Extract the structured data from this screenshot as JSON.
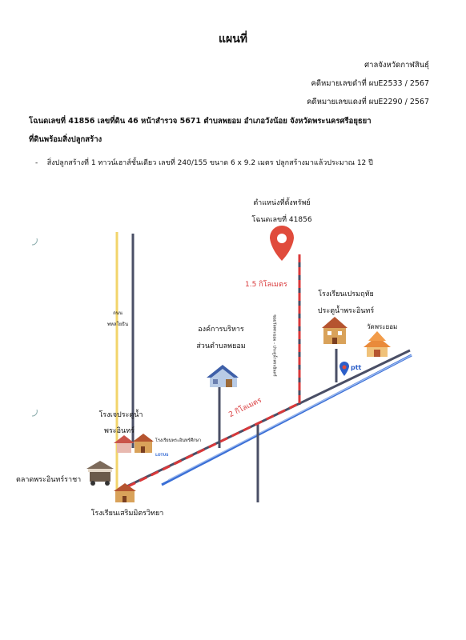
{
  "header": {
    "title": "แผนที่",
    "court": "ศาลจังหวัดกาฬสินธุ์",
    "black_case": "คดีหมายเลขดำที่ ผบE2533 / 2567",
    "red_case": "คดีหมายเลขแดงที่ ผบE2290 / 2567"
  },
  "property": {
    "deed_line": "โฉนดเลขที่ 41856 เลขที่ดิน 46 หน้าสำรวจ 5671 ตำบลพยอม อำเภอวังน้อย จังหวัดพระนครศรีอยุธยา",
    "subheading": "ที่ดินพร้อมสิ่งปลูกสร้าง",
    "bullet_mark": "-",
    "bullet_text": "สิ่งปลูกสร้างที่ 1 ทาวน์เฮาส์ชั้นเดียว เลขที่ 240/155 ขนาด 6 x 9.2 เมตร ปลูกสร้างมาแล้วประมาณ 12 ปี"
  },
  "map": {
    "location_label_1": "ตำแหน่งที่ตั้งทรัพย์",
    "location_label_2": "โฉนดเลขที่ 41856",
    "dist_vertical": "1.5 กิโลเมตร",
    "dist_diagonal": "2 กิโลเมตร",
    "road_yellow_1": "ถนน",
    "road_yellow_2": "พหลโยธิน",
    "road_vertical": "ซอยวัดพระยอม - ประตูน้ำพระอินทร์",
    "school_prem_1": "โรงเรียนเปรมฤทัย",
    "school_prem_2": "ประตูน้ำพระอินทร์",
    "wat": "วัดพระยอม",
    "tao_1": "องค์การบริหาร",
    "tao_2": "ส่วนตำบลพยอม",
    "ptt": "ptt",
    "hospital_1": "โรงเจประตูน้ำ",
    "hospital_2": "พระอินทร์",
    "school_wit": "โรงเรียนพระอินทร์ศึกษา",
    "lotus": "LOTUS",
    "market": "ตลาดพระอินทร์ราชา",
    "school_serm": "โรงเรียนเสริมมิตรวิทยา",
    "colors": {
      "route": "#d9383a",
      "road": "#4a4f66",
      "highway": "#3a6fd6",
      "yellow_road": "#f2d46b"
    }
  }
}
